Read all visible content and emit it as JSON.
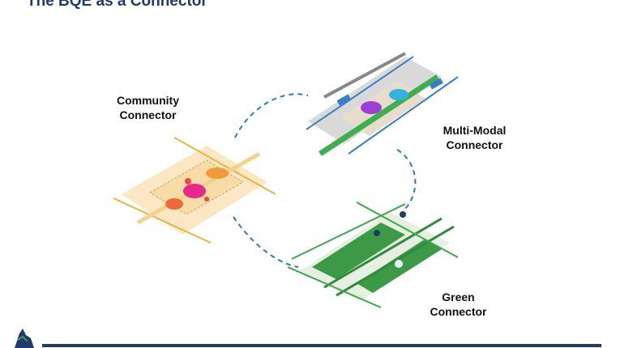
{
  "slide": {
    "title": "The BQE as a Connector",
    "labels": {
      "community": [
        "Community",
        "Connector"
      ],
      "multimodal": [
        "Multi-Modal",
        "Connector"
      ],
      "green": [
        "Green",
        "Connector"
      ]
    },
    "colors": {
      "title": "#1f3a6b",
      "dashed_ring": "#2a7ab8",
      "community": "#f2b84b",
      "multimodal": "#3a7fc4",
      "green": "#2f9a48",
      "footer": "#1f3a6b"
    }
  }
}
